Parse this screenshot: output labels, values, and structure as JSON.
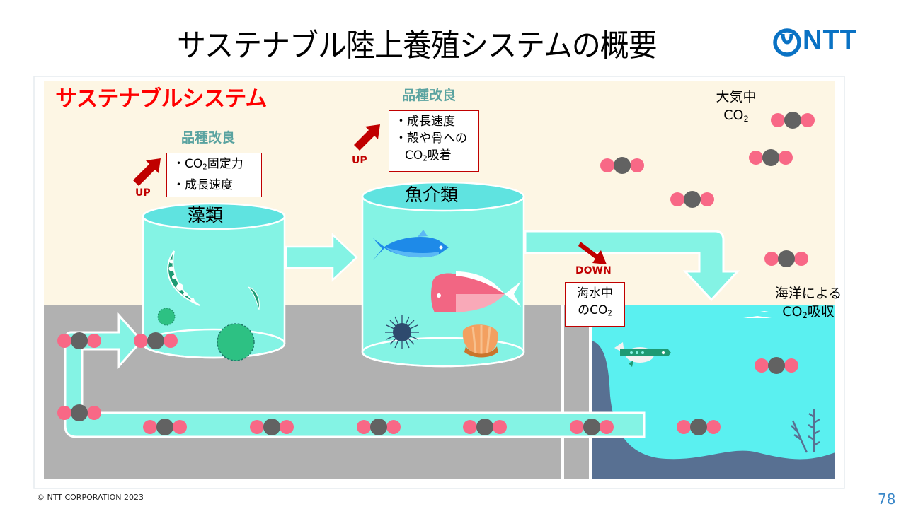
{
  "header": {
    "title": "サステナブル陸上養殖システムの概要",
    "logo_text": "NTT",
    "brand_color": "#0a72c4"
  },
  "system_label": "サステナブルシステム",
  "algae": {
    "tank_label": "藻類",
    "improvement_label": "品種改良",
    "arrow_label": "UP",
    "traits": [
      {
        "prefix": "・CO",
        "sub": "2",
        "suffix": "固定力"
      },
      {
        "prefix": "・成長速度",
        "sub": "",
        "suffix": ""
      }
    ]
  },
  "seafood": {
    "tank_label": "魚介類",
    "improvement_label": "品種改良",
    "arrow_label": "UP",
    "traits": [
      {
        "prefix": "・成長速度",
        "sub": "",
        "suffix": ""
      },
      {
        "prefix": "・殻や骨への",
        "sub": "",
        "suffix": ""
      },
      {
        "prefix": "CO",
        "sub": "2",
        "suffix": "吸着"
      }
    ]
  },
  "seawater": {
    "arrow_label": "DOWN",
    "line1": "海水中",
    "line2_prefix": "のCO",
    "line2_sub": "2"
  },
  "atmosphere": {
    "line1": "大気中",
    "line2_prefix": "CO",
    "line2_sub": "2"
  },
  "ocean": {
    "line1": "海洋による",
    "line2_prefix": "CO",
    "line2_sub": "2",
    "line2_suffix": "吸収"
  },
  "colors": {
    "sky": "#fdf6e4",
    "ground": "#b1b1b1",
    "water": "#84f3e4",
    "water_top": "#5fe3e0",
    "ocean": "#5af0f0",
    "seabed": "#587092",
    "oxygen": "#f86886",
    "carbon": "#626262",
    "accent_red": "#c00000",
    "system_red": "#ff0000",
    "teal_label": "#5aa3a0"
  },
  "footer": {
    "copyright": "© NTT CORPORATION 2023",
    "page_number": "78"
  }
}
